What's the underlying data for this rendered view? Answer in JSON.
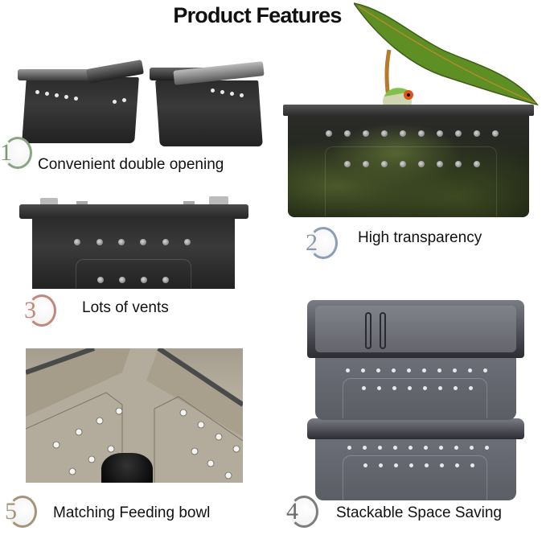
{
  "title": "Product Features",
  "features": [
    {
      "number": "1",
      "label": "Convenient double opening",
      "badge_color": "#8aa582"
    },
    {
      "number": "2",
      "label": "High transparency",
      "badge_color": "#8e9db6"
    },
    {
      "number": "3",
      "label": "Lots of vents",
      "badge_color": "#c0877b"
    },
    {
      "number": "4",
      "label": "Stackable Space Saving",
      "badge_color": "#7d7d7d"
    },
    {
      "number": "5",
      "label": "Matching Feeding bowl",
      "badge_color": "#a4957a"
    }
  ],
  "colors": {
    "background": "#ffffff",
    "text": "#111111",
    "enclosure_dark": "#2b2b2b",
    "enclosure_gray": "#62646c",
    "bowl_interior": "#b0a898",
    "leaf_green": "#6b9a2a"
  }
}
